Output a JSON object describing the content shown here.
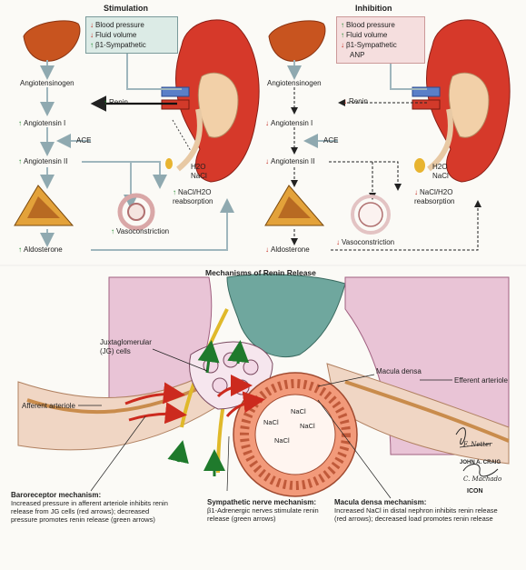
{
  "stimulation": {
    "title": "Stimulation",
    "box": [
      "Blood pressure",
      "Fluid volume",
      "β1-Sympathetic"
    ],
    "angiotensinogen": "Angiotensinogen",
    "renin": "Renin",
    "angiotensin1": "Angiotensin I",
    "ace": "ACE",
    "angiotensin2": "Angiotensin II",
    "h2o": "H2O",
    "nacl": "NaCl",
    "reabsorption": "NaCl/H2O reabsorption",
    "vasoconstriction": "Vasoconstriction",
    "aldosterone": "Aldosterone"
  },
  "inhibition": {
    "title": "Inhibition",
    "box": [
      "Blood pressure",
      "Fluid volume",
      "β1-Sympathetic",
      "ANP"
    ],
    "angiotensinogen": "Angiotensinogen",
    "renin": "Renin",
    "angiotensin1": "Angiotensin I",
    "ace": "ACE",
    "angiotensin2": "Angiotensin II",
    "h2o": "H2O",
    "nacl": "NaCl",
    "reabsorption": "NaCl/H2O reabsorption",
    "vasoconstriction": "Vasoconstriction",
    "aldosterone": "Aldosterone"
  },
  "mechanisms": {
    "title": "Mechanisms of Renin Release",
    "jg_cells": "Juxtaglomerular (JG) cells",
    "macula_densa": "Macula densa",
    "afferent": "Afferent arteriole",
    "efferent": "Efferent arteriole",
    "nacl_labels": [
      "NaCl",
      "NaCl",
      "NaCl",
      "NaCl"
    ]
  },
  "captions": {
    "baroreceptor_title": "Baroreceptor mechanism:",
    "baroreceptor_text": "Increased pressure in afferent arteriole inhibits renin release from JG cells (red arrows); decreased pressure promotes renin release (green arrows)",
    "sympathetic_title": "Sympathetic nerve mechanism:",
    "sympathetic_text": "β1-Adrenergic nerves stimulate renin release (green arrows)",
    "macula_title": "Macula densa mechanism:",
    "macula_text": "Increased NaCl in distal nephron inhibits renin release (red arrows); decreased load promotes renin release"
  },
  "signature": [
    "F. Netter",
    "JOHN A. CRAIG",
    "C. Machado",
    "ICON"
  ],
  "colors": {
    "stimulate": "#1f8a2c",
    "inhibit": "#c3261c",
    "liver": "#c8541f",
    "kidney": "#d6392a",
    "arrow": "#9fb6bd"
  }
}
